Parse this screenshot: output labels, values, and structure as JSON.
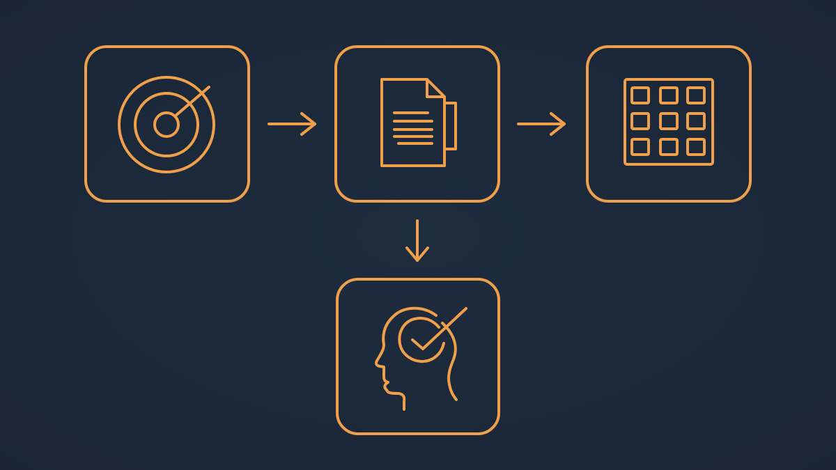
{
  "colors": {
    "background": "#1c2a3c",
    "accent": "#f0a04b"
  },
  "nodes": [
    {
      "id": "goal",
      "icon": "target-icon"
    },
    {
      "id": "document",
      "icon": "document-icon"
    },
    {
      "id": "grid",
      "icon": "grid-icon"
    },
    {
      "id": "mind",
      "icon": "head-check-icon"
    }
  ],
  "edges": [
    {
      "from": "goal",
      "to": "document",
      "direction": "right"
    },
    {
      "from": "document",
      "to": "grid",
      "direction": "right"
    },
    {
      "from": "document",
      "to": "mind",
      "direction": "down"
    }
  ]
}
